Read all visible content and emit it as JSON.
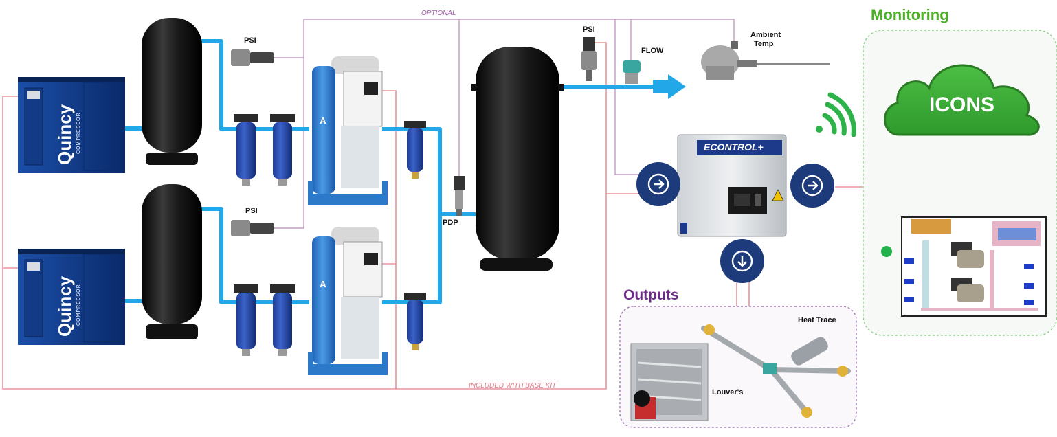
{
  "labels": {
    "optional": "OPTIONAL",
    "included": "INCLUDED WITH BASE KIT",
    "psi_top": "PSI",
    "psi_bottom": "PSI",
    "psi_tank": "PSI",
    "flow": "FLOW",
    "ambient_temp_line1": "Ambient",
    "ambient_temp_line2": "Temp",
    "pdp": "PDP",
    "monitoring": "Monitoring",
    "cloud": "ICONS",
    "econtrol": "ECONTROL+",
    "outputs": "Outputs",
    "heat_trace": "Heat Trace",
    "louvers": "Louver's",
    "compressor_brand_top": "Quincy",
    "compressor_sub_top": "COMPRESSOR",
    "compressor_brand_bottom": "Quincy",
    "compressor_sub_bottom": "COMPRESSOR",
    "dryer_letter_top": "A",
    "dryer_letter_bottom": "A"
  },
  "colors": {
    "air_pipe": "#22a7e8",
    "signal_line": "#e8959b",
    "optional_line": "#b77fb8",
    "tank": "#151515",
    "quincy_blue": "#0f3d8f",
    "filter_blue": "#2348a8",
    "dryer_blue": "#2c78c9",
    "cloud_green": "#3aa535",
    "monitoring_green": "#4caf28",
    "outputs_purple": "#6d2c8a",
    "arrow_circle": "#1d3a7a",
    "wifi_green": "#2db34a"
  },
  "icons": [
    "right-arrow-circle-icon",
    "down-arrow-circle-icon",
    "wifi-icon",
    "cloud-icon",
    "flow-arrow-icon",
    "warning-icon"
  ]
}
